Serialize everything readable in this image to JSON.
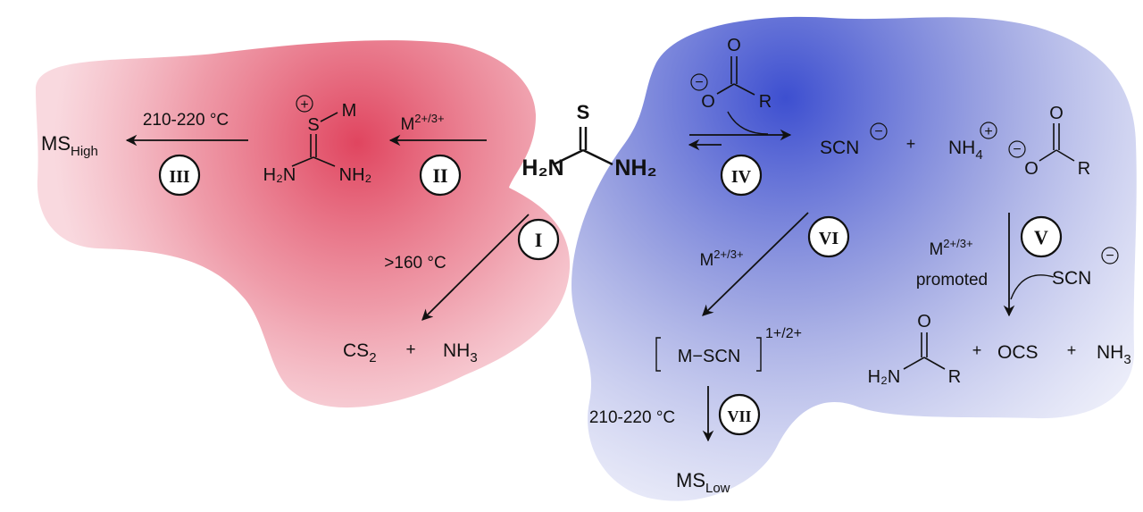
{
  "colors": {
    "red_region": "#e0455f",
    "blue_region": "#3d4fd0",
    "ink": "#111111"
  },
  "center": {
    "s_label": "S",
    "left_nh2": "H₂N",
    "right_nh2": "NH₂"
  },
  "left_region": {
    "complex_s": "S",
    "complex_m": "M",
    "complex_plus": "+",
    "complex_h2n": "H₂N",
    "complex_nh2": "NH₂",
    "metal_label": "M",
    "metal_charge": "2+/3+",
    "product_main": "MS",
    "product_sub": "High",
    "temp_label": "210-220 °C",
    "decomp_temp": ">160 °C",
    "cs2_main": "CS",
    "cs2_sub": "2",
    "plus_sign": "+",
    "nh3_main": "NH",
    "nh3_sub": "3"
  },
  "right_region": {
    "carboxylate_o": "O",
    "carboxylate_o2": "O",
    "carboxylate_r": "R",
    "minus": "−",
    "scn_label": "SCN",
    "plus_sign": "+",
    "nh4_main": "NH",
    "nh4_sub": "4",
    "nh4_charge": "+",
    "acid_o": "O",
    "acid_o2": "O",
    "acid_r": "R",
    "metal_label": "M",
    "metal_charge": "2+/3+",
    "promoted_label": "promoted",
    "scn_attack": "SCN",
    "complex_label": "M−SCN",
    "complex_charge": "1+/2+",
    "temp_label": "210-220 °C",
    "product_main": "MS",
    "product_sub": "Low",
    "amide_o": "O",
    "amide_h2n": "H₂N",
    "amide_r": "R",
    "ocs_label": "OCS",
    "nh3_main": "NH",
    "nh3_sub": "3"
  },
  "steps": [
    "I",
    "II",
    "III",
    "IV",
    "V",
    "VI",
    "VII"
  ]
}
